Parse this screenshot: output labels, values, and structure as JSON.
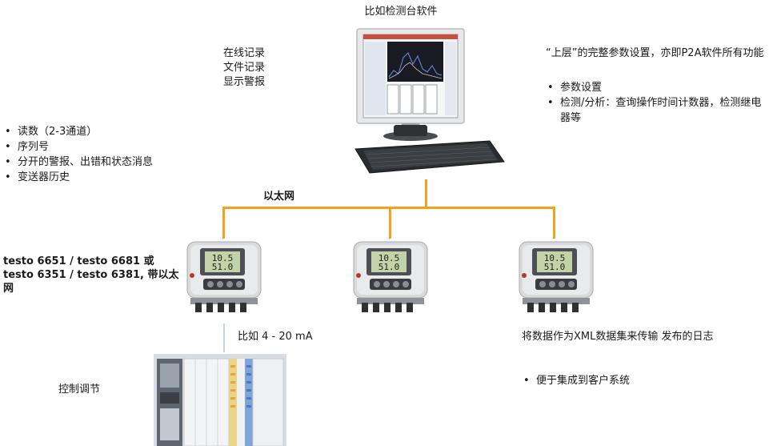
{
  "software": {
    "title": "比如检测台软件",
    "functions": [
      "在线记录",
      "文件记录",
      "显示警报"
    ]
  },
  "upper_layer": {
    "text": "“上层”的完整参数设置，亦即P2A软件所有功能",
    "bullets": [
      "参数设置",
      "检测/分析：查询操作时间计数器，检测继电器等"
    ]
  },
  "left_info": {
    "bullets": [
      "读数（2-3通道）",
      "序列号",
      "分开的警报、出错和状态消息",
      "变送器历史"
    ]
  },
  "network": {
    "label": "以太网",
    "line_color": "#f2a21d"
  },
  "device_label": "testo 6651 / testo 6681 或 testo 6351 / testo 6381, 带以太网",
  "device_display": {
    "line1": "10.5",
    "line2": "51.0"
  },
  "analog_output": "比如 4 - 20 mA",
  "control": "控制调节",
  "xml": {
    "text": "将数据作为XML数据集来传输 发布的日志",
    "bullets": [
      "便于集成到客户系统"
    ]
  }
}
